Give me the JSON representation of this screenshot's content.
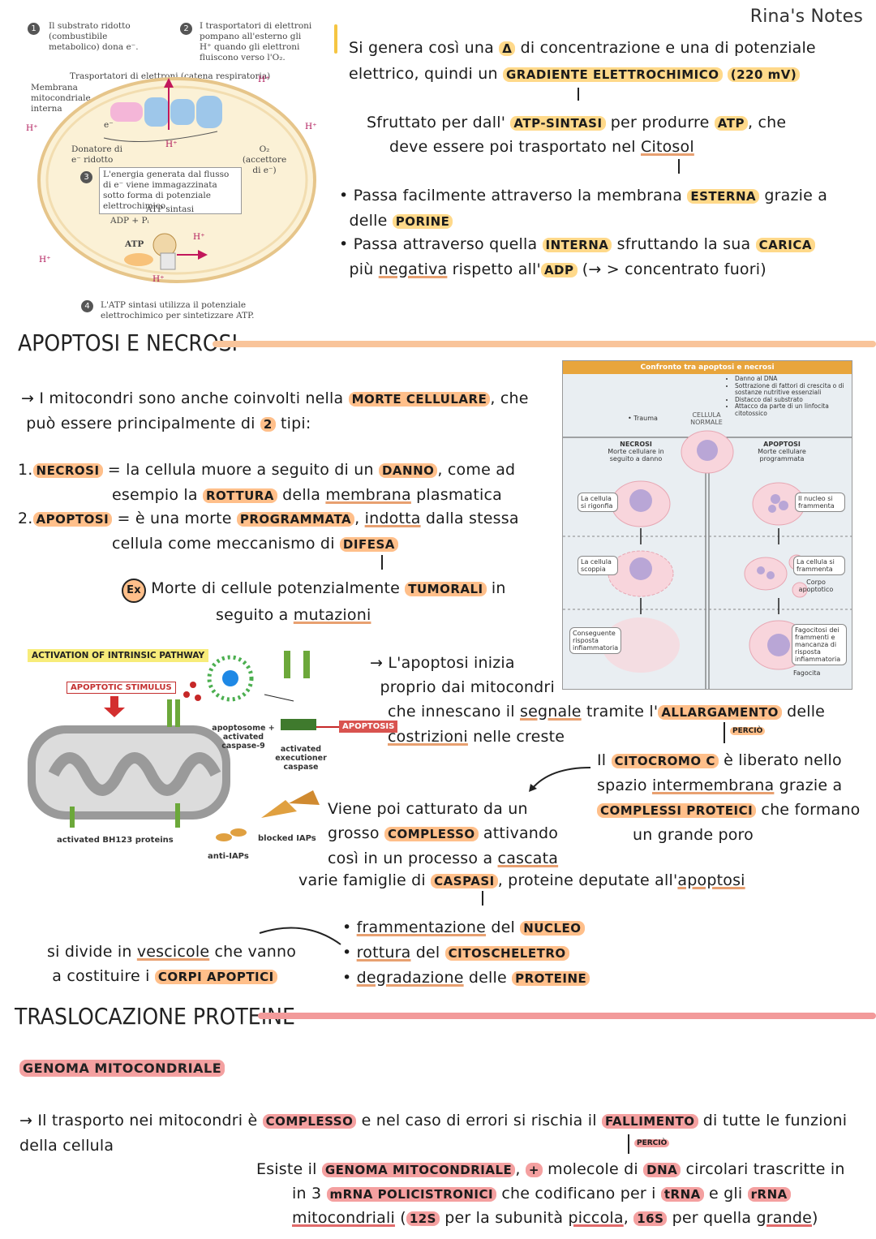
{
  "header": {
    "brand": "Rina's Notes"
  },
  "atp_figure": {
    "step1": "Il substrato ridotto (combustibile metabolico) dona e⁻.",
    "step2": "I trasportatori di elettroni pompano all'esterno gli H⁺ quando gli elettroni fluiscono verso l'O₂.",
    "chain_label": "Trasportatori di elettroni (catena respiratoria)",
    "membrane_label": "Membrana mitocondriale interna",
    "donor_label": "Donatore di e⁻ ridotto",
    "acceptor_label": "O₂ (accettore di e⁻)",
    "step3": "L'energia generata dal flusso di e⁻ viene immagazzinata sotto forma di potenziale elettrochimico.",
    "atp_synthase": "ATP sintasi",
    "adp_pi": "ADP + Pᵢ",
    "atp": "ATP",
    "step4": "L'ATP sintasi utilizza il potenziale elettrochimico per sintetizzare ATP.",
    "hplus": "H⁺",
    "electron": "e⁻"
  },
  "top_notes": {
    "line1_a": "Si genera così una",
    "delta": "Δ",
    "line1_b": "di concentrazione e una di potenziale",
    "line2_a": "elettrico, quindi un",
    "gradient": "GRADIENTE ELETTROCHIMICO",
    "mv": "(220 mV)",
    "line3_a": "Sfruttato per dall'",
    "atp_sintasi": "ATP-SINTASI",
    "line3_b": "per produrre",
    "atp": "ATP",
    "line3_c": ", che",
    "line4_a": "deve essere poi trasportato nel",
    "citosol": "Citosol",
    "bullet1_a": "Passa facilmente attraverso la membrana",
    "esterna": "ESTERNA",
    "bullet1_b": "grazie a",
    "bullet1_c": "delle",
    "porine": "PORINE",
    "bullet2_a": "Passa attraverso quella",
    "interna": "INTERNA",
    "bullet2_b": "sfruttando la sua",
    "carica": "CARICA",
    "bullet2_c": "più",
    "negativa": "negativa",
    "bullet2_d": "rispetto all'",
    "adp": "ADP",
    "bullet2_e": "(→ > concentrato fuori)"
  },
  "apoptosi": {
    "title": "APOPTOSI E NECROSI",
    "intro_a": "→ I mitocondri sono anche coinvolti nella",
    "morte_cellulare": "MORTE CELLULARE",
    "intro_b": ", che",
    "intro_c": "può essere principalmente di",
    "two": "2",
    "intro_d": "tipi:",
    "necrosi_num": "1.",
    "necrosi": "NECROSI",
    "necrosi_a": "= la cellula muore a seguito di un",
    "danno": "DANNO",
    "necrosi_b": ", come ad",
    "necrosi_c": "esempio la",
    "rottura": "ROTTURA",
    "necrosi_d": "della",
    "membrana": "membrana",
    "necrosi_e": "plasmatica",
    "apoptosi_num": "2.",
    "apoptosi": "APOPTOSI",
    "apoptosi_a": "= è una morte",
    "programmata": "PROGRAMMATA",
    "apoptosi_b": ",",
    "indotta": "indotta",
    "apoptosi_c": "dalla stessa",
    "apoptosi_d": "cellula come meccanismo di",
    "difesa": "DIFESA",
    "ex": "Ex",
    "ex_a": "Morte di cellule potenzialmente",
    "tumorali": "TUMORALI",
    "ex_b": "in",
    "ex_c": "seguito a",
    "mutazioni": "mutazioni"
  },
  "comparison_figure": {
    "title": "Confronto tra apoptosi e necrosi",
    "trauma": "Trauma",
    "cellula_normale": "CELLULA NORMALE",
    "causes": [
      "Danno al DNA",
      "Sottrazione di fattori di crescita o di sostanze nutritive essenziali",
      "Distacco dal substrato",
      "Attacco da parte di un linfocita citotossico"
    ],
    "necrosi_title": "NECROSI",
    "necrosi_sub": "Morte cellulare in seguito a danno",
    "apoptosi_title": "APOPTOSI",
    "apoptosi_sub": "Morte cellulare programmata",
    "n1": "La cellula si rigonfia",
    "n2": "La cellula scoppia",
    "n3": "Conseguente risposta infiammatoria",
    "a1": "Il nucleo si frammenta",
    "a2": "La cellula si frammenta",
    "a2b": "Corpo apoptotico",
    "a3": "Fagocitosi dei frammenti e mancanza di risposta infiammatoria",
    "fagocita": "Fagocita"
  },
  "pathway_figure": {
    "banner": "ACTIVATION OF INTRINSIC PATHWAY",
    "stimulus": "APOPTOTIC STIMULUS",
    "apoptosome": "apoptosome + activated caspase-9",
    "executioner": "activated executioner caspase",
    "apoptosis": "APOPTOSIS",
    "bh123": "activated BH123 proteins",
    "blocked_iaps": "blocked IAPs",
    "anti_iaps": "anti-IAPs"
  },
  "pathway_notes": {
    "p1": "→ L'apoptosi inizia",
    "p2": "proprio dai mitocondri",
    "p3_a": "che innescano il",
    "segnale": "segnale",
    "p3_b": "tramite l'",
    "allargamento": "ALLARGAMENTO",
    "p3_c": "delle",
    "costrizioni": "costrizioni",
    "p4": "nelle creste",
    "percio1": "PERCIÒ",
    "c1_a": "Il",
    "citocromo": "CITOCROMO C",
    "c1_b": "è liberato nello",
    "c2_a": "spazio",
    "intermembrana": "intermembrana",
    "c2_b": "grazie a",
    "complessi": "COMPLESSI PROTEICI",
    "c3_b": "che formano",
    "c4": "un grande poro",
    "v1": "Viene poi catturato da un",
    "v2_a": "grosso",
    "complesso": "COMPLESSO",
    "v2_b": "attivando",
    "v3_a": "così in un processo a",
    "cascata": "cascata",
    "v4_a": "varie famiglie di",
    "caspasi": "CASPASI",
    "v4_b": ", proteine deputate all'",
    "apoptosi_word": "apoptosi",
    "b1_a": "frammentazione",
    "b1_b": "del",
    "nucleo": "NUCLEO",
    "b2_a": "rottura",
    "b2_b": "del",
    "citoscheletro": "CITOSCHELETRO",
    "b3_a": "degradazione",
    "b3_b": "delle",
    "proteine": "PROTEINE",
    "s1_a": "si divide in",
    "vescicole": "vescicole",
    "s1_b": "che vanno",
    "s2_a": "a costituire i",
    "corpi": "CORPI APOPTICI"
  },
  "traslocazione": {
    "title": "TRASLOCAZIONE PROTEINE",
    "subtitle": "GENOMA MITOCONDRIALE",
    "t1_a": "→ Il trasporto nei mitocondri è",
    "complesso": "COMPLESSO",
    "t1_b": "e nel caso di errori si rischia il",
    "fallimento": "FALLIMENTO",
    "t1_c": "di tutte le funzioni",
    "t2": "della cellula",
    "percio": "PERCIÒ",
    "t3_a": "Esiste il",
    "genoma": "GENOMA MITOCONDRIALE",
    "t3_b": ",",
    "plus": "+",
    "t3_c": "molecole di",
    "dna": "DNA",
    "t3_d": "circolari trascritte in",
    "t4_a": "in 3",
    "mrna": "mRNA POLICISTRONICI",
    "t4_b": "che codificano per i",
    "trna": "tRNA",
    "t4_c": "e gli",
    "rrna": "rRNA",
    "t5_a": "mitocondriali",
    "t5_b": "(",
    "s12": "12S",
    "t5_c": "per la subunità",
    "piccola": "piccola",
    "s16": "16S",
    "t5_d": "per quella",
    "grande": "grande",
    "t5_e": ")"
  },
  "colors": {
    "highlight_yellow": "#ffd98a",
    "highlight_orange": "#ffbf8a",
    "highlight_red": "#f4a0a0",
    "bar_orange": "#f9c49a",
    "bar_red": "#f29a9a"
  }
}
